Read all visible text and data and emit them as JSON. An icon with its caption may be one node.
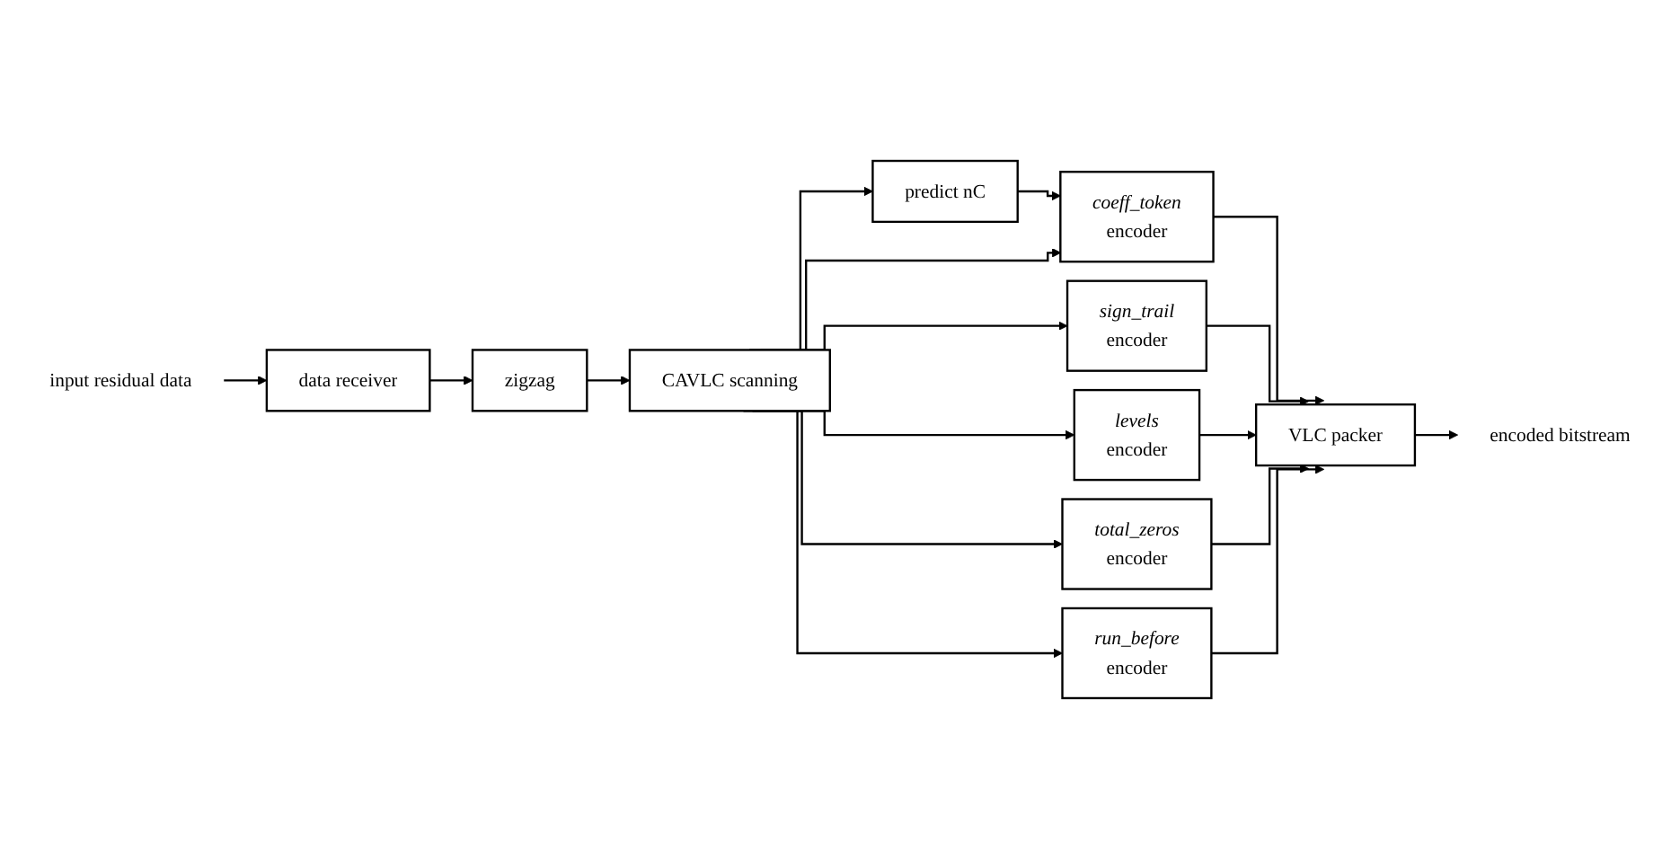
{
  "diagram": {
    "nodes": [
      {
        "text": [
          "input residual data"
        ]
      },
      {
        "text": [
          "data receiver"
        ]
      },
      {
        "text": [
          "zigzag"
        ]
      },
      {
        "text": [
          "predict nC"
        ]
      },
      {
        "text": [
          "CAVLC scanning"
        ]
      },
      {
        "text": [
          "coeff_token",
          "encoder"
        ]
      },
      {
        "text": [
          "sign_trail",
          "encoder"
        ]
      },
      {
        "text": [
          "levels",
          "encoder"
        ]
      },
      {
        "text": [
          "total_zeros",
          "encoder"
        ]
      },
      {
        "text": [
          "run_before",
          "encoder"
        ]
      },
      {
        "text": [
          "VLC packer"
        ]
      },
      {
        "text": [
          "encoded bitstream"
        ]
      }
    ],
    "edges": [
      {
        "from": 0,
        "to": 1,
        "arrow": "to"
      },
      {
        "from": 1,
        "to": 2,
        "arrow": "to"
      },
      {
        "from": 2,
        "to": 4,
        "arrow": "to"
      },
      {
        "from": 4,
        "to": 3,
        "arrow": "to"
      },
      {
        "from": 3,
        "to": 5,
        "arrow": "to"
      },
      {
        "from": 4,
        "to": 5,
        "arrow": "to"
      },
      {
        "from": 4,
        "to": 6,
        "arrow": "to"
      },
      {
        "from": 4,
        "to": 7,
        "arrow": "to"
      },
      {
        "from": 4,
        "to": 8,
        "arrow": "to"
      },
      {
        "from": 4,
        "to": 9,
        "arrow": "to"
      },
      {
        "from": 5,
        "to": 10,
        "arrow": "to"
      },
      {
        "from": 6,
        "to": 10,
        "arrow": "to"
      },
      {
        "from": 7,
        "to": 10,
        "arrow": "to"
      },
      {
        "from": 8,
        "to": 10,
        "arrow": "to"
      },
      {
        "from": 9,
        "to": 10,
        "arrow": "to"
      },
      {
        "from": 10,
        "to": 11,
        "arrow": "to"
      }
    ]
  }
}
